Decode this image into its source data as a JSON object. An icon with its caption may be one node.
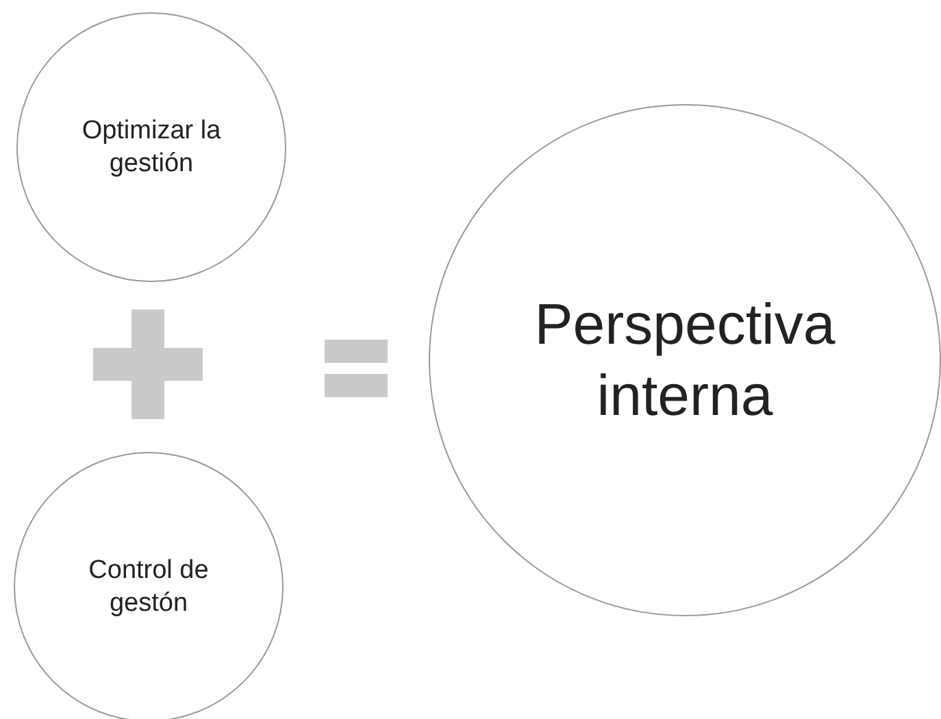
{
  "diagram": {
    "nodes": [
      {
        "text": [
          "Optimizar la gestión"
        ]
      },
      {
        "text": [
          "Control de gestón"
        ]
      },
      {
        "text": [
          "Perspectiva interna"
        ]
      }
    ]
  }
}
